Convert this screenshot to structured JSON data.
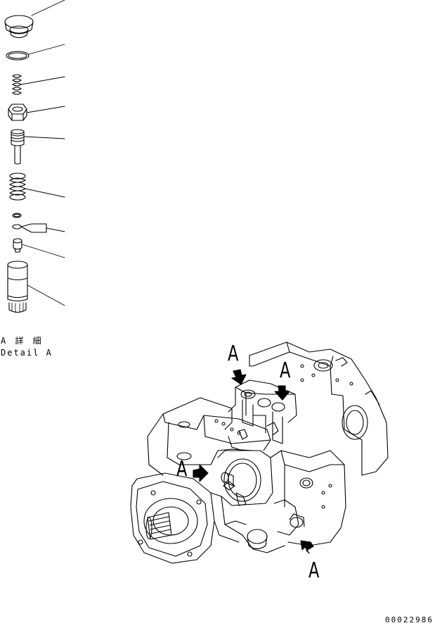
{
  "detail": {
    "title_jp": "A 詳 細",
    "title_en": "Detail A"
  },
  "view_markers": [
    "A",
    "A",
    "A",
    "A"
  ],
  "drawing_number": "00022986",
  "colors": {
    "line": "#000000",
    "background": "#ffffff"
  }
}
